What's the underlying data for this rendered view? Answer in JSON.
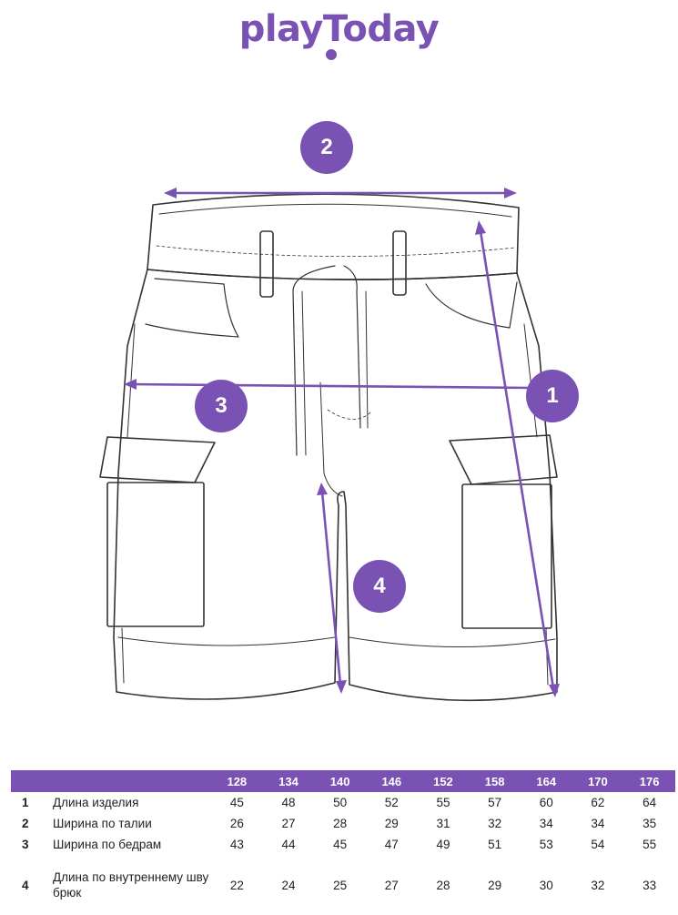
{
  "brand": {
    "logo_text": "playToday"
  },
  "badges": [
    "2",
    "3",
    "1",
    "4"
  ],
  "table": {
    "sizes": [
      "128",
      "134",
      "140",
      "146",
      "152",
      "158",
      "164",
      "170",
      "176"
    ],
    "rows": [
      {
        "num": "1",
        "name": "Длина изделия",
        "values": [
          "45",
          "48",
          "50",
          "52",
          "55",
          "57",
          "60",
          "62",
          "64"
        ]
      },
      {
        "num": "2",
        "name": "Ширина по талии",
        "values": [
          "26",
          "27",
          "28",
          "29",
          "31",
          "32",
          "34",
          "34",
          "35"
        ]
      },
      {
        "num": "3",
        "name": "Ширина по бедрам",
        "values": [
          "43",
          "44",
          "45",
          "47",
          "49",
          "51",
          "53",
          "54",
          "55"
        ]
      },
      {
        "num": "4",
        "name": "Длина по внутреннему шву брюк",
        "values": [
          "22",
          "24",
          "25",
          "27",
          "28",
          "29",
          "30",
          "32",
          "33"
        ]
      }
    ]
  },
  "colors": {
    "accent": "#7952b3",
    "line": "#333333"
  }
}
